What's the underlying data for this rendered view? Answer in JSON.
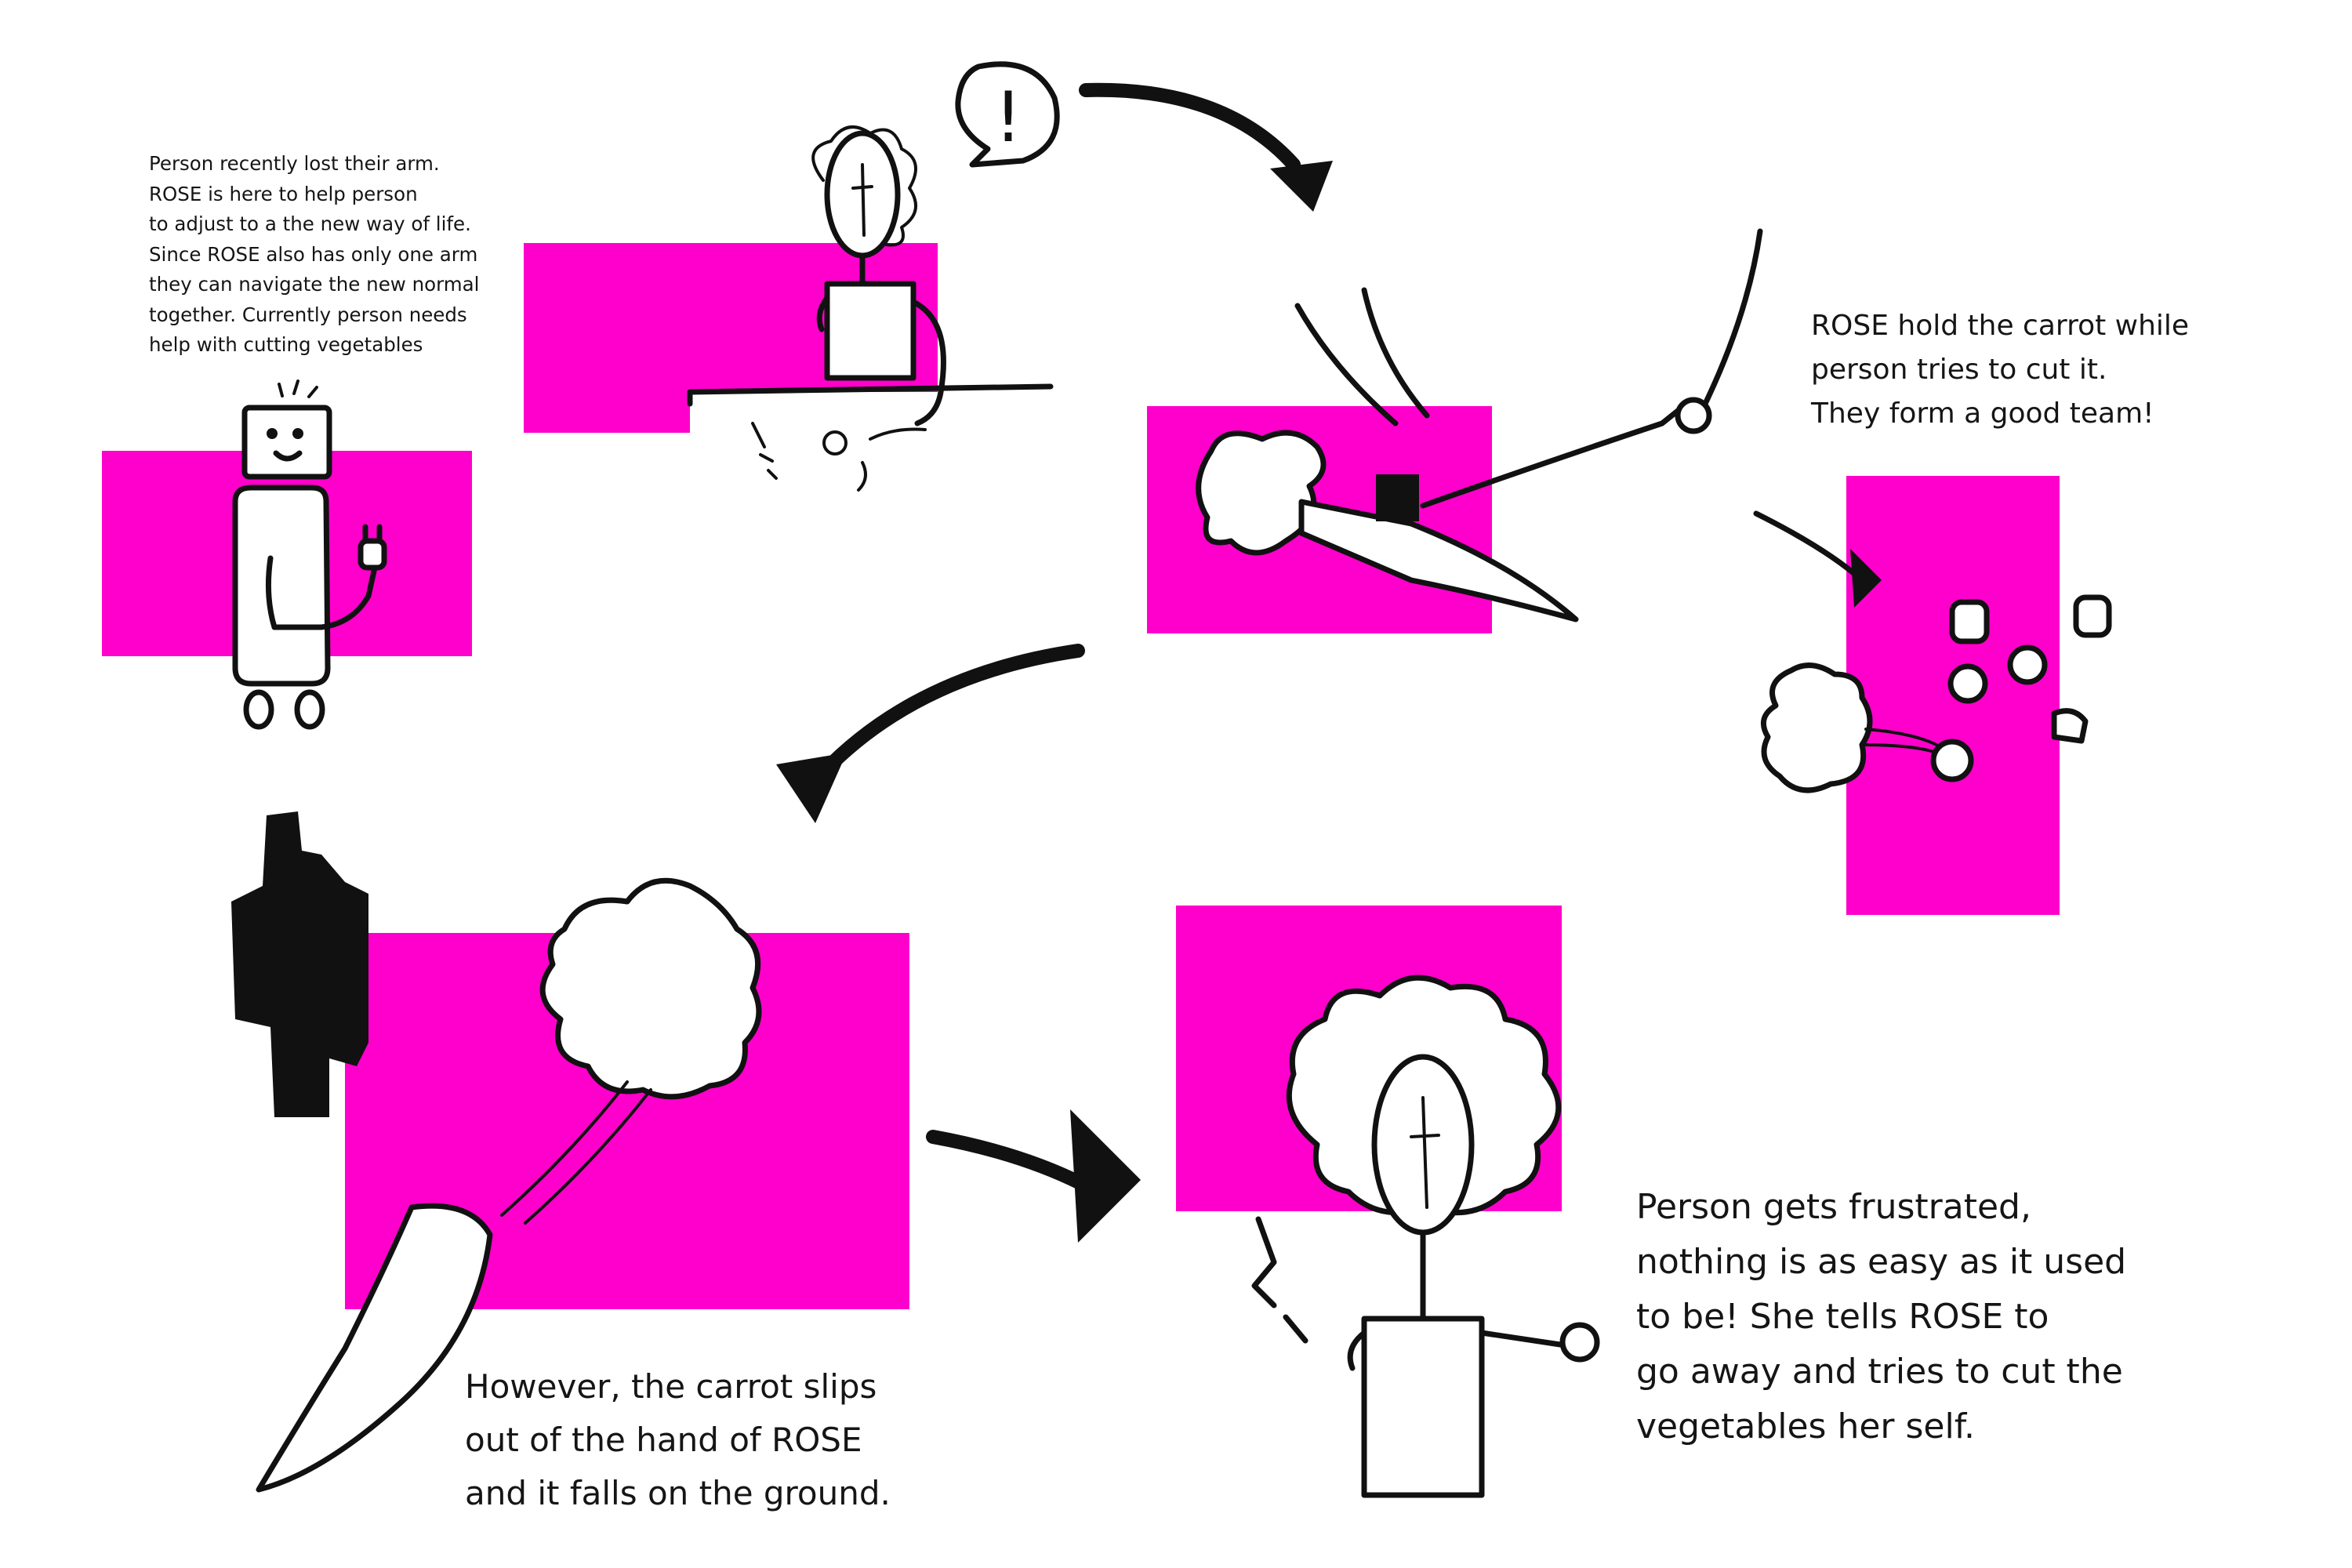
{
  "colors": {
    "magenta": "#ff00cc",
    "ink": "#111111",
    "background": "#ffffff"
  },
  "captions": {
    "intro": "Person recently lost their arm.\nROSE is here to help person\nto adjust to a the new way of life.\nSince ROSE also has only one arm\nthey can navigate the new normal\ntogether. Currently person needs\nhelp with cutting vegetables",
    "team": "ROSE hold the carrot while\nperson tries to cut it.\nThey form a good team!",
    "slip": "However, the carrot slips\nout of the hand of ROSE\nand it falls on the ground.",
    "frustrated": "Person gets frustrated,\nnothing is as easy as it used\nto be! She tells ROSE to\ngo away and tries to cut the\nvegetables her self."
  },
  "speech_bubble": {
    "symbol": "!"
  },
  "icons": {
    "arrows": "hand-drawn-black-arrow",
    "robot": "robot-rose-sketch",
    "person": "person-sketch",
    "carrot": "carrot-sketch",
    "knife": "knife-sketch"
  }
}
